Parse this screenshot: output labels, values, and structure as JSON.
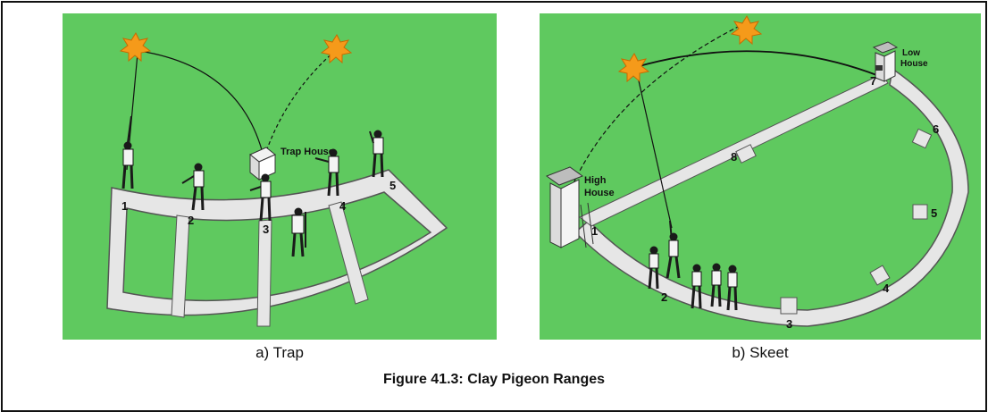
{
  "figure": {
    "title": "Figure 41.3: Clay Pigeon Ranges"
  },
  "colors": {
    "grass": "#5fc95f",
    "path": "#e6e6e6",
    "target": "#f59a1a"
  },
  "trap": {
    "caption": "a) Trap",
    "house_label": "Trap House",
    "stations": [
      "1",
      "2",
      "3",
      "4",
      "5"
    ]
  },
  "skeet": {
    "caption": "b) Skeet",
    "high_house_label_1": "High",
    "high_house_label_2": "House",
    "low_house_label_1": "Low",
    "low_house_label_2": "House",
    "stations": [
      "1",
      "2",
      "3",
      "4",
      "5",
      "6",
      "7",
      "8"
    ]
  }
}
